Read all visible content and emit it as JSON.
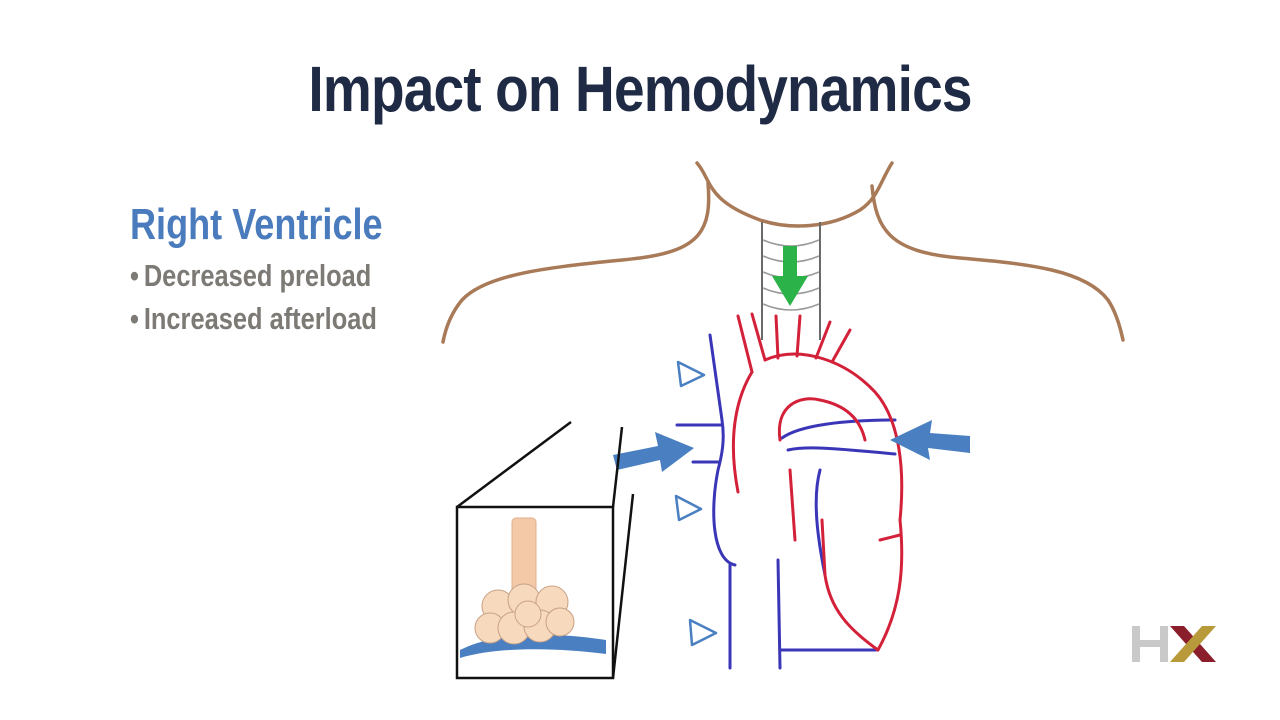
{
  "title": "Impact on Hemodynamics",
  "panel": {
    "heading": "Right Ventricle",
    "bullets": [
      "Decreased preload",
      "Increased afterload"
    ]
  },
  "icons": [
    "green-down-arrow-icon",
    "blue-inflow-arrow-icon",
    "hollow-triangle-pointer-icon"
  ],
  "colors": {
    "title": "#1f2a44",
    "heading": "#4a7bbd",
    "bullets": "#7d7a75",
    "body_outline": "#a87a58",
    "artery": "#d4213a",
    "vein": "#3a36b8",
    "flow_arrow": "#4a7fc1",
    "trachea_arrow": "#2bb34a"
  },
  "logo": {
    "letters": "HX"
  }
}
